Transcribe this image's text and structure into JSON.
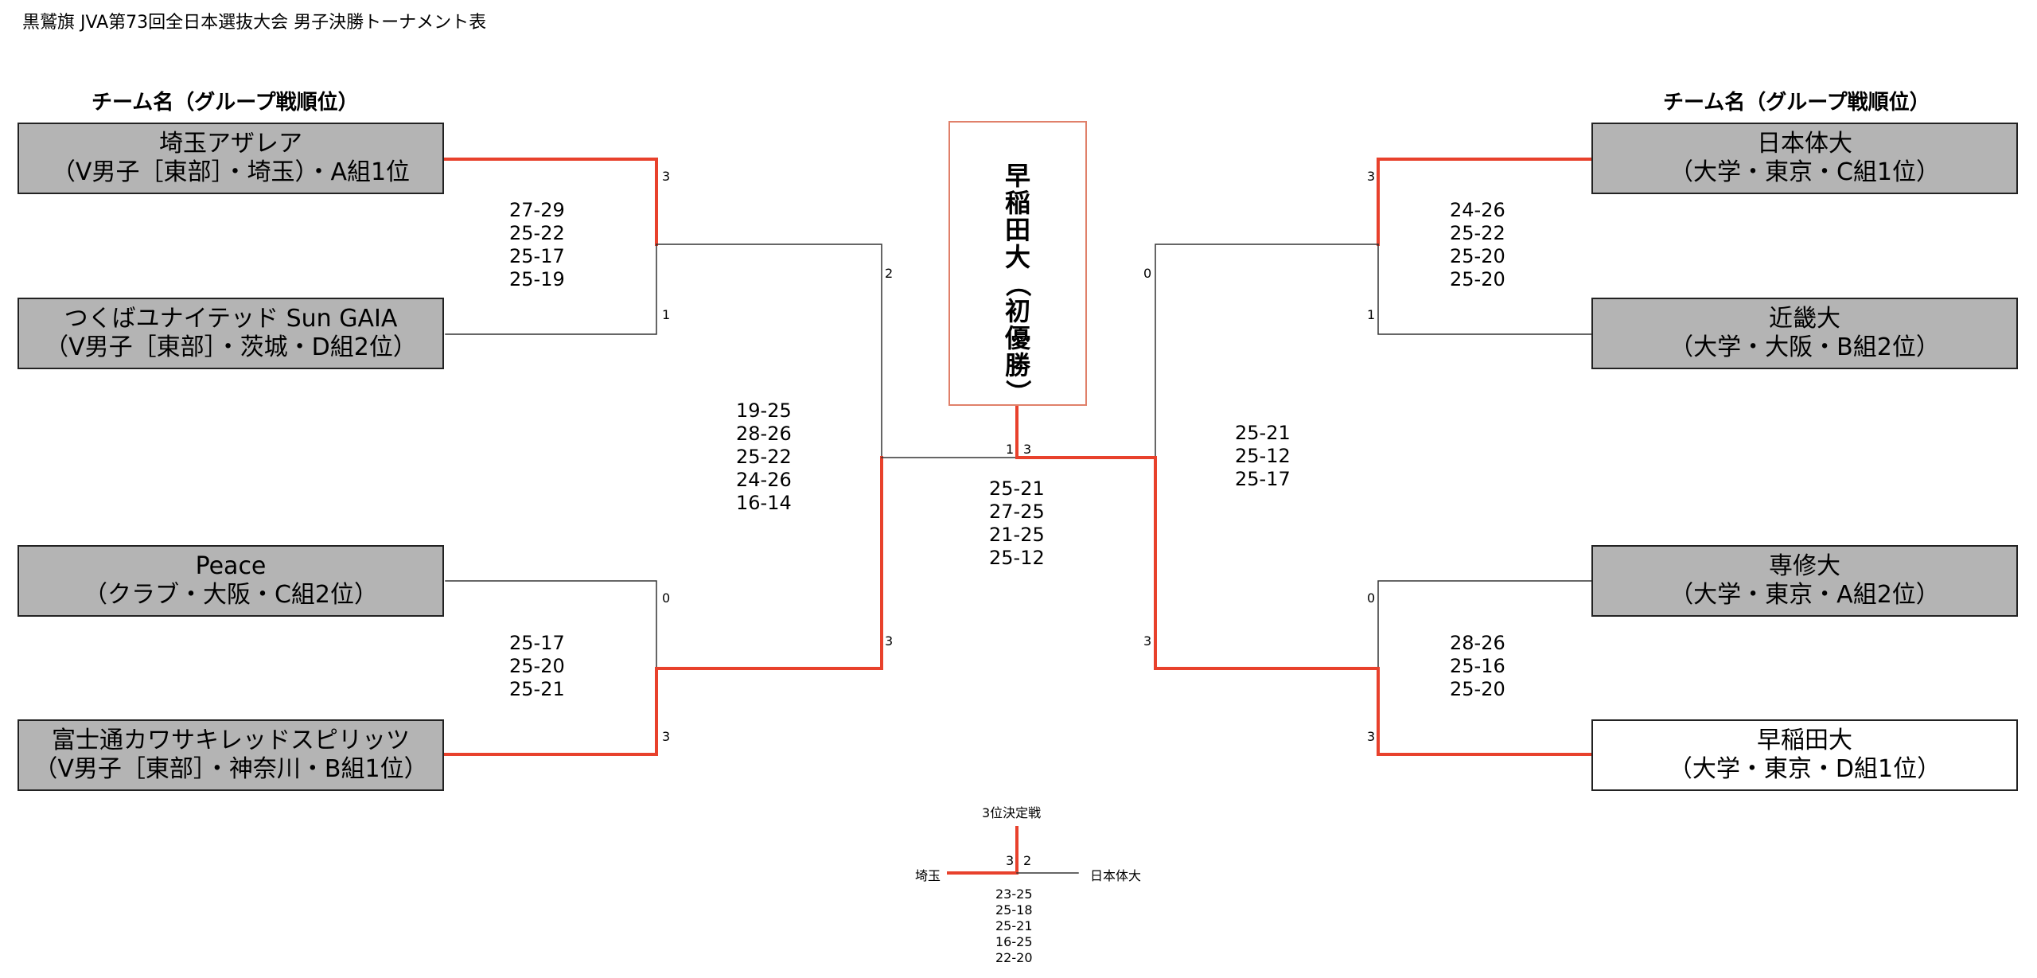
{
  "title": "黒鷲旗 JVA第73回全日本選抜大会 男子決勝トーナメント表",
  "column_header": "チーム名（グループ戦順位）",
  "teams": [
    {
      "name": "埼玉アザレア",
      "group": "（V男子［東部］・埼玉）・A組1位"
    },
    {
      "name": "つくばユナイテッド Sun GAIA",
      "group": "（V男子［東部］・茨城・D組2位）"
    },
    {
      "name": "Peace",
      "group": "（クラブ・大阪・C組2位）"
    },
    {
      "name": "富士通カワサキレッドスピリッツ",
      "group": "（V男子［東部］・神奈川・B組1位）"
    },
    {
      "name": "日本体大",
      "group": "（大学・東京・C組1位）"
    },
    {
      "name": "近畿大",
      "group": "（大学・大阪・B組2位）"
    },
    {
      "name": "専修大",
      "group": "（大学・東京・A組2位）"
    },
    {
      "name": "早稲田大",
      "group": "（大学・東京・D組1位）"
    }
  ],
  "champion": {
    "name": "早稲田大",
    "note": "初優勝"
  },
  "matches": {
    "qf1": {
      "scores": "27-29\n25-22\n25-17\n25-19",
      "top": "3",
      "bottom": "1"
    },
    "qf2": {
      "scores": "25-17\n25-20\n25-21",
      "top": "0",
      "bottom": "3"
    },
    "qf3": {
      "scores": "24-26\n25-22\n25-20\n25-20",
      "top": "3",
      "bottom": "1"
    },
    "qf4": {
      "scores": "28-26\n25-16\n25-20",
      "top": "0",
      "bottom": "3"
    },
    "sf1": {
      "scores": "19-25\n28-26\n25-22\n24-26\n16-14",
      "top": "2",
      "bottom": "3"
    },
    "sf2": {
      "scores": "25-21\n25-12\n25-17",
      "top": "0",
      "bottom": "3"
    },
    "final": {
      "scores": "25-21\n27-25\n21-25\n25-12",
      "left": "1",
      "right": "3"
    }
  },
  "third_place": {
    "title": "3位決定戦",
    "left_team": "埼玉",
    "right_team": "日本体大",
    "left_score": "3",
    "right_score": "2",
    "scores": "23-25\n25-18\n25-21\n16-25\n22-20"
  },
  "colors": {
    "win_line": "#e8412c",
    "line": "#333333",
    "team_bg": "#b4b4b4",
    "champion_border": "#e0806a"
  }
}
